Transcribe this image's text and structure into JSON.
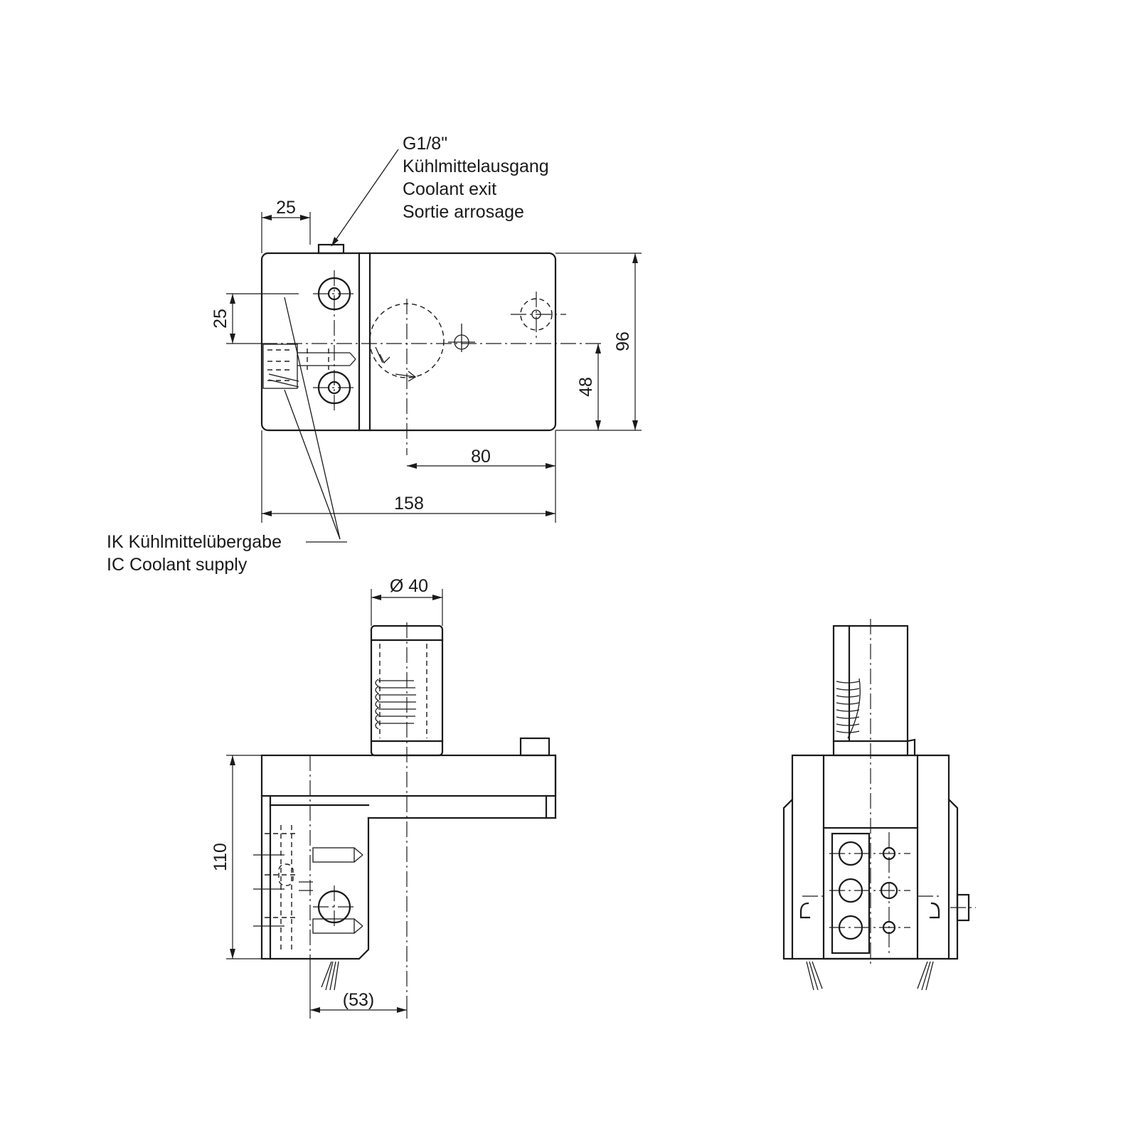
{
  "annotations": {
    "coolant_exit": {
      "thread": "G1/8\"",
      "de": "Kühlmittelausgang",
      "en": "Coolant exit",
      "fr": "Sortie arrosage"
    },
    "coolant_supply": {
      "de": "IK Kühlmittelübergabe",
      "en": "IC Coolant supply"
    }
  },
  "dimensions": {
    "top_width_25": "25",
    "top_height_25": "25",
    "height_96": "96",
    "height_48": "48",
    "length_80": "80",
    "length_158": "158",
    "shank_dia": "Ø 40",
    "height_110": "110",
    "offset_53": "(53)"
  }
}
